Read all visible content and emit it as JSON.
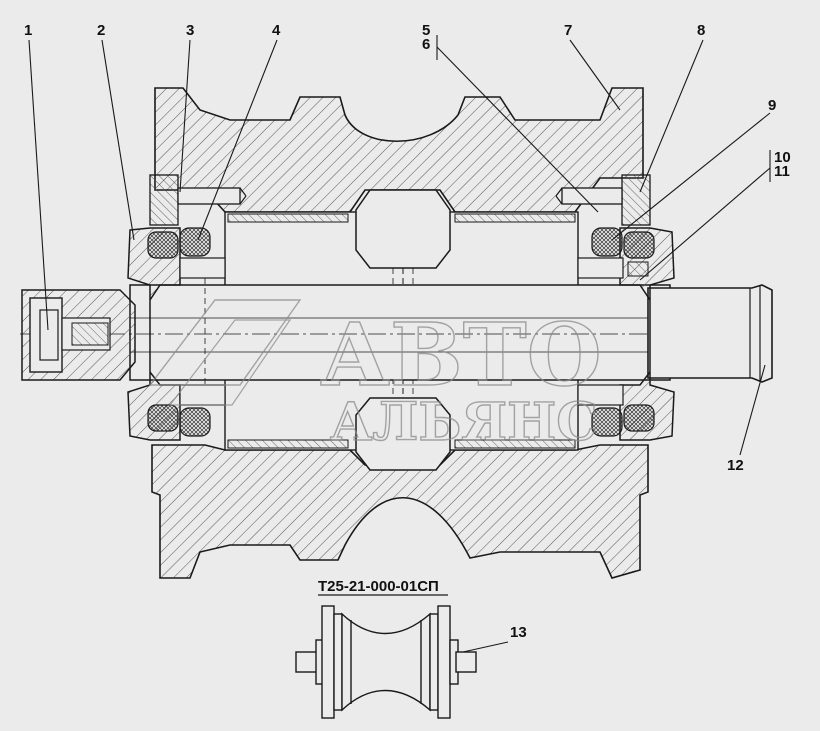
{
  "diagram": {
    "callouts": [
      {
        "id": "c1",
        "label": "1"
      },
      {
        "id": "c2",
        "label": "2"
      },
      {
        "id": "c3",
        "label": "3"
      },
      {
        "id": "c4",
        "label": "4"
      },
      {
        "id": "c5",
        "label": "5"
      },
      {
        "id": "c6",
        "label": "6"
      },
      {
        "id": "c7",
        "label": "7"
      },
      {
        "id": "c8",
        "label": "8"
      },
      {
        "id": "c9",
        "label": "9"
      },
      {
        "id": "c10",
        "label": "10"
      },
      {
        "id": "c11",
        "label": "11"
      },
      {
        "id": "c12",
        "label": "12"
      },
      {
        "id": "c13",
        "label": "13"
      }
    ],
    "subassembly_caption": "Т25-21-000-01СП",
    "watermark": {
      "line1": "АВТО",
      "line2": "АЛЬЯНС"
    },
    "colors": {
      "background": "#ebebeb",
      "line": "#1a1a1a",
      "hatch": "#555555",
      "watermark": "#8a8a8a"
    }
  }
}
